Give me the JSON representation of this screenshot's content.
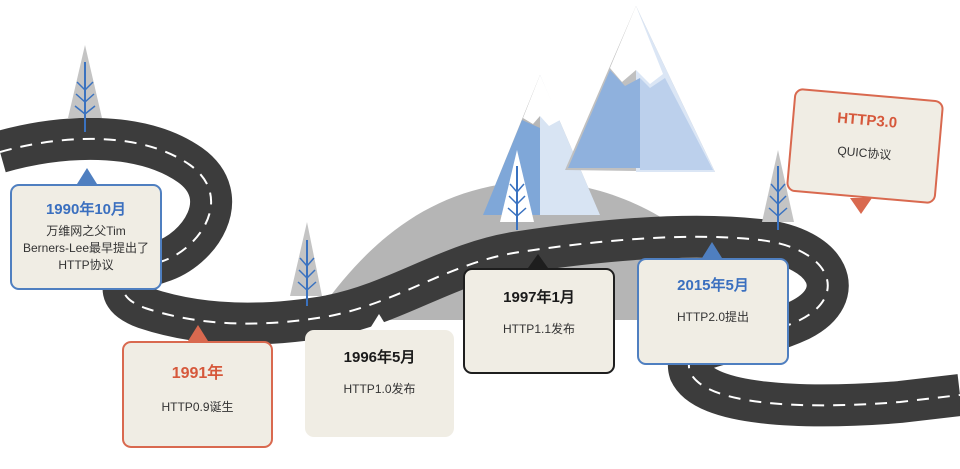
{
  "milestones": [
    {
      "id": "m1990",
      "title": "1990年10月",
      "desc": "万维网之父Tim\nBerners-Lee最早提出了\nHTTP协议",
      "color": "#3a6fbf"
    },
    {
      "id": "m1991",
      "title": "1991年",
      "desc": "HTTP0.9诞生",
      "color": "#d6583b"
    },
    {
      "id": "m1996",
      "title": "1996年5月",
      "desc": "HTTP1.0发布",
      "color": "#1a1a1a"
    },
    {
      "id": "m1997",
      "title": "1997年1月",
      "desc": "HTTP1.1发布",
      "color": "#1a1a1a"
    },
    {
      "id": "m2015",
      "title": "2015年5月",
      "desc": "HTTP2.0提出",
      "color": "#3a6fbf"
    },
    {
      "id": "m3",
      "title": "HTTP3.0",
      "desc": "QUIC协议",
      "color": "#d6583b"
    }
  ],
  "colors": {
    "road": "#3a3a3a",
    "road_line": "#ffffff",
    "mountain_blue": "#7ea5d6",
    "mountain_light": "#c9daf0",
    "mountain_gray": "#b3b3b3",
    "card_bg": "#f0ede4",
    "tree_blue": "#3a72c0"
  },
  "icons": [
    "road-icon",
    "mountain-icon",
    "tree-icon",
    "pointer-arrow-icon"
  ]
}
